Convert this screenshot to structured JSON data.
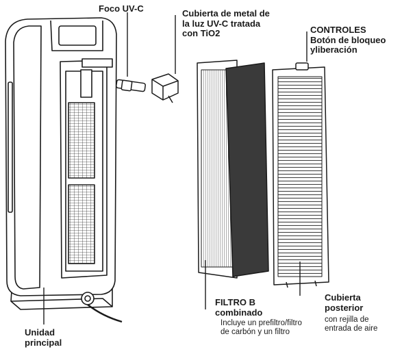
{
  "labels": {
    "uv_bulb": "Foco UV-C",
    "metal_cover": [
      "Cubierta de metal de",
      "la luz UV-C tratada",
      "con TiO2"
    ],
    "controls": "CONTROLES",
    "release_button": [
      "Botón de bloqueo",
      "yliberación"
    ],
    "filter_title": [
      "FILTRO B",
      "combinado"
    ],
    "filter_desc": [
      "Incluye un prefiltro/filtro",
      "de carbón y un filtro"
    ],
    "back_cover_title": [
      "Cubierta",
      "posterior"
    ],
    "back_cover_desc": [
      "con rejilla de",
      "entrada de aire"
    ],
    "main_unit": [
      "Unidad",
      "principal"
    ]
  },
  "colors": {
    "line": "#1a1a1a",
    "carbon": "#3a3a3a",
    "body_fill": "#ffffff"
  }
}
